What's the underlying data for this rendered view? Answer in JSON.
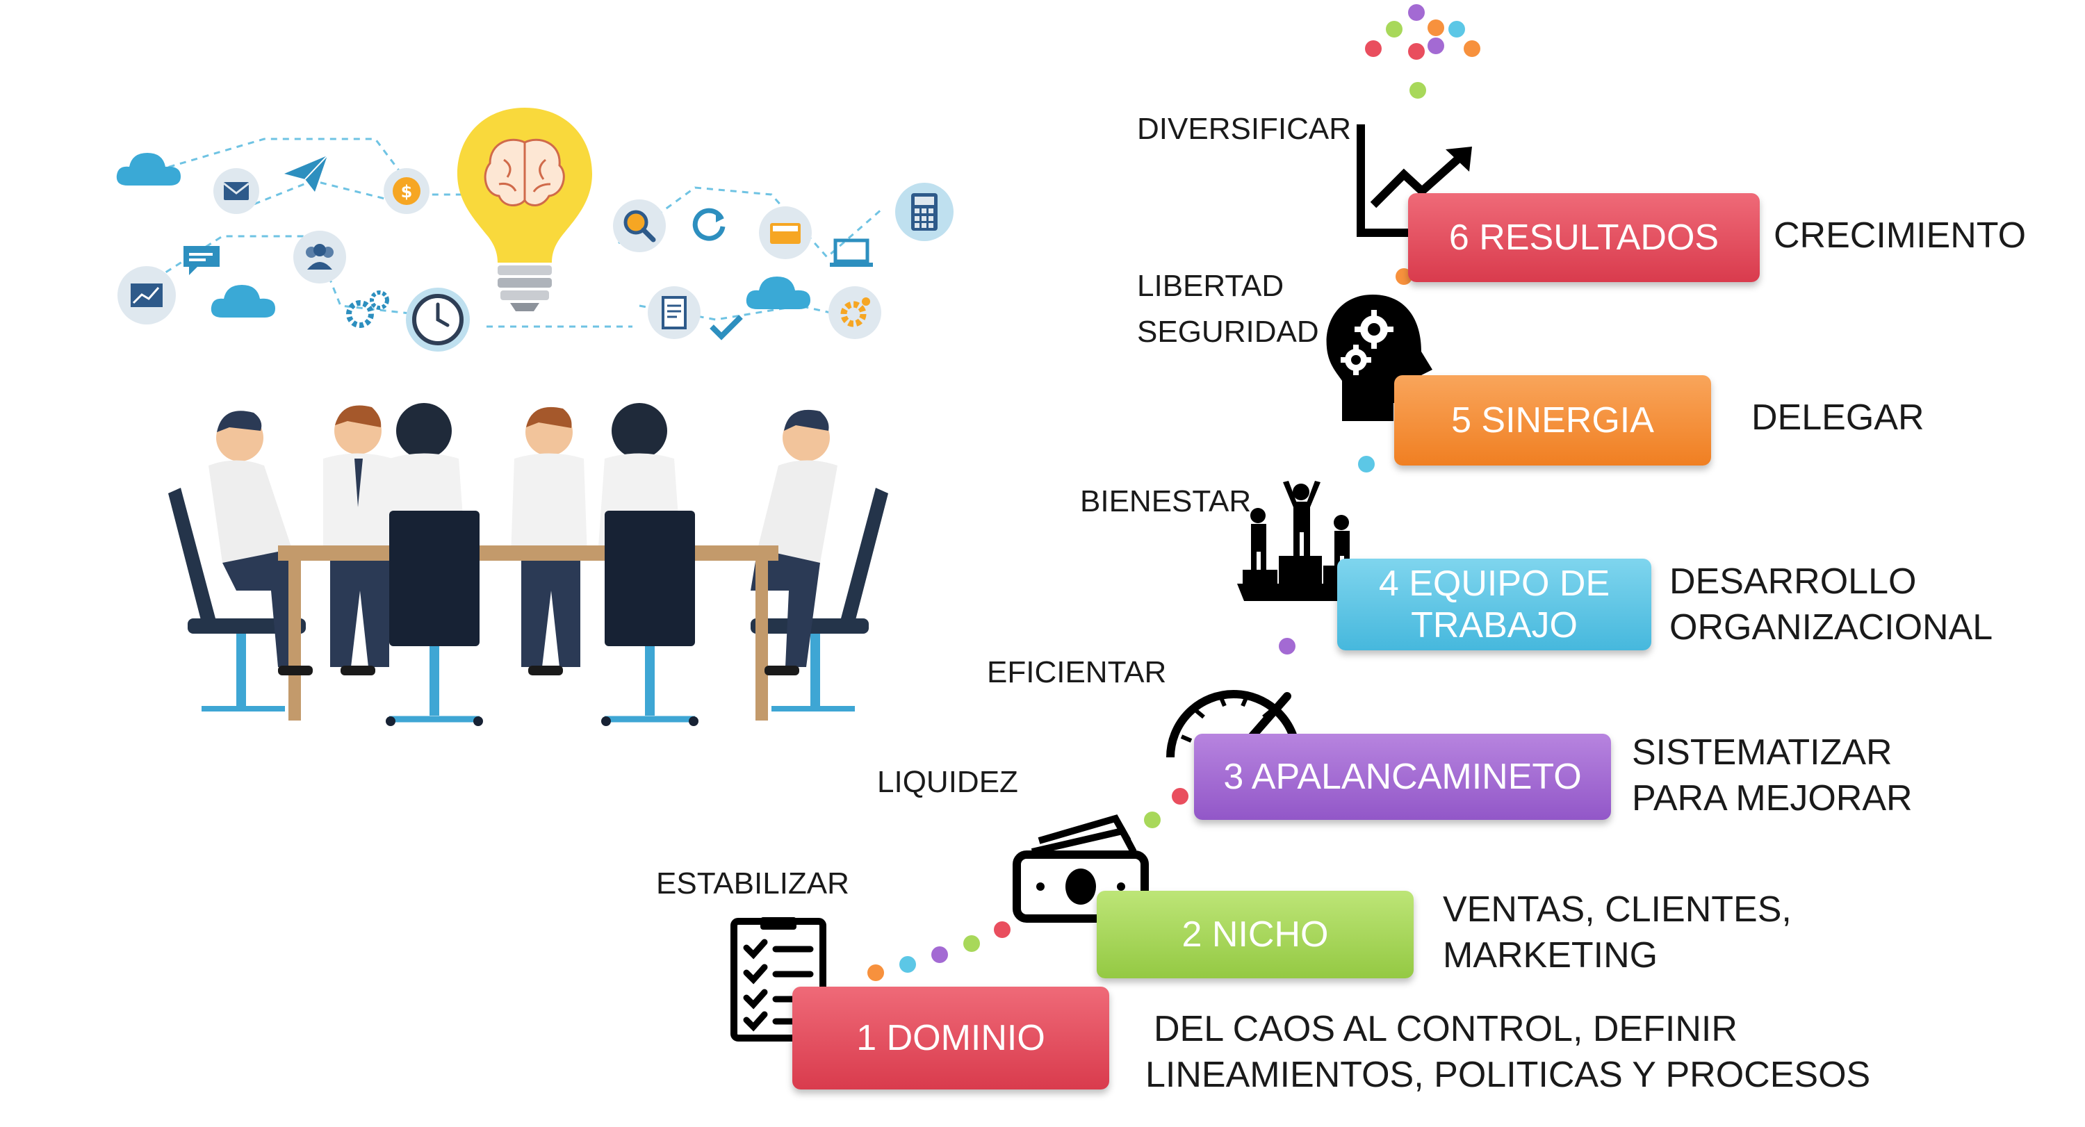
{
  "colors": {
    "step1": "#e94e5e",
    "step2": "#a8d85a",
    "step3": "#a36ad3",
    "step4": "#5cc7e6",
    "step5": "#f7913d",
    "step6": "#e94e5e",
    "icon_blue": "#3aa9d6",
    "bulb": "#f9d93c"
  },
  "steps": [
    {
      "label": "1 DOMINIO",
      "left_label": "ESTABILIZAR",
      "right_lines": [
        "DEL CAOS AL CONTROL, DEFINIR",
        "LINEAMIENTOS, POLITICAS Y PROCESOS"
      ],
      "icon": "checklist-icon"
    },
    {
      "label": "2 NICHO",
      "left_label": "LIQUIDEZ",
      "right_lines": [
        "VENTAS, CLIENTES,",
        "MARKETING"
      ],
      "icon": "money-icon"
    },
    {
      "label": "3 APALANCAMINETO",
      "left_label": "EFICIENTAR",
      "right_lines": [
        "SISTEMATIZAR",
        "PARA MEJORAR"
      ],
      "icon": "speedometer-icon"
    },
    {
      "label_lines": [
        "4 EQUIPO DE",
        "TRABAJO"
      ],
      "left_label": "BIENESTAR",
      "right_lines": [
        "DESARROLLO",
        "ORGANIZACIONAL"
      ],
      "icon": "podium-team-icon"
    },
    {
      "label": "5 SINERGIA",
      "left_lines": [
        "LIBERTAD",
        "SEGURIDAD"
      ],
      "right_lines": [
        "DELEGAR"
      ],
      "icon": "head-gears-icon"
    },
    {
      "label": "6 RESULTADOS",
      "left_label": "DIVERSIFICAR",
      "right_lines": [
        "CRECIMIENTO"
      ],
      "icon": "growth-chart-icon"
    }
  ],
  "illustration": {
    "icons": [
      "cloud-icon",
      "mail-icon",
      "paper-plane-icon",
      "coin-icon",
      "chart-icon",
      "chat-icon",
      "users-icon",
      "gears-icon",
      "clock-icon",
      "lightbulb-brain-icon",
      "search-icon",
      "refresh-icon",
      "card-icon",
      "laptop-icon",
      "calculator-icon",
      "document-icon",
      "check-icon",
      "settings-icon"
    ],
    "scene": "meeting-table-people"
  }
}
